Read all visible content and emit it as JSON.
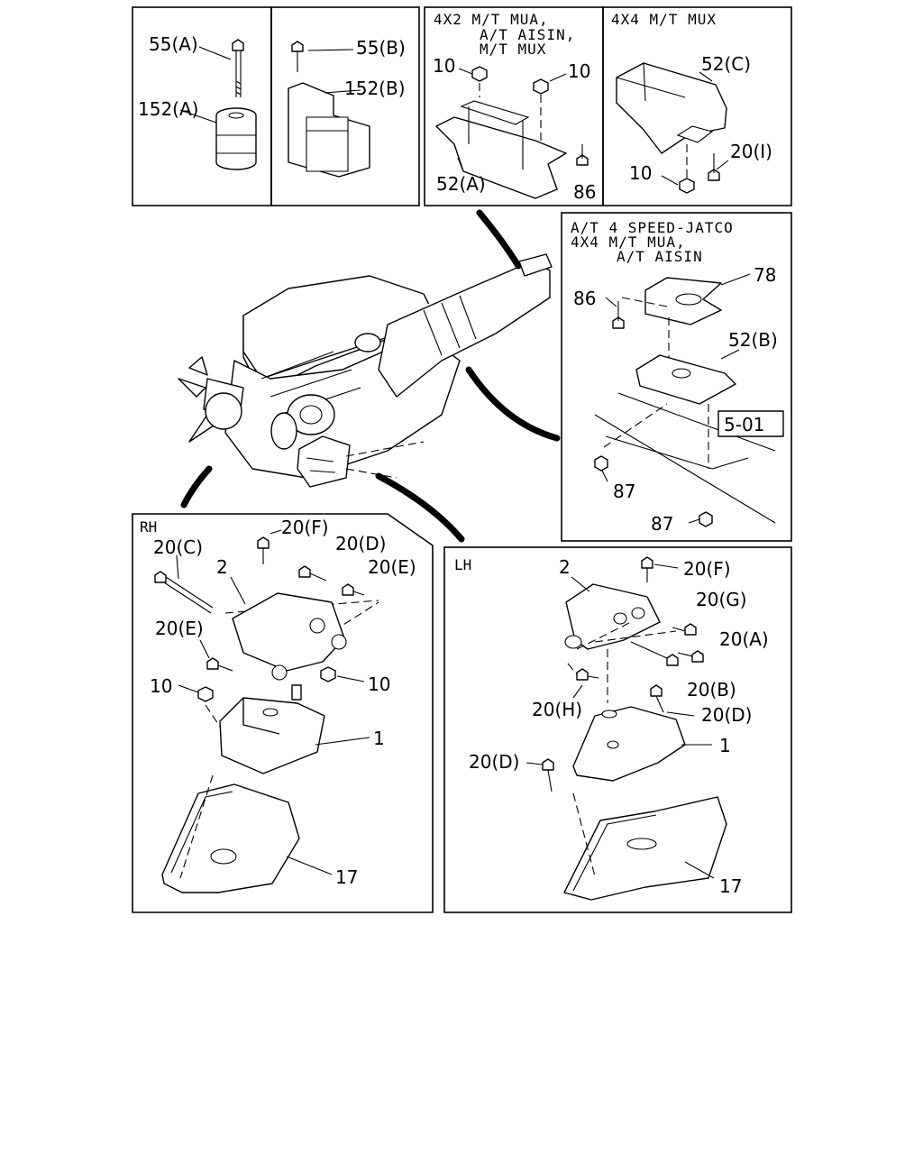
{
  "panels": {
    "p55a": {
      "labels": [
        "55(A)",
        "152(A)"
      ]
    },
    "p55b": {
      "labels": [
        "55(B)",
        "152(B)"
      ]
    },
    "p4x2": {
      "header": [
        "4X2  M/T  MUA,",
        "A/T  AISIN,",
        "M/T  MUX"
      ],
      "labels": [
        "10",
        "10",
        "52(A)",
        "86"
      ]
    },
    "p4x4": {
      "header": [
        "4X4  M/T  MUX"
      ],
      "labels": [
        "52(C)",
        "20(I)",
        "10"
      ]
    },
    "pat": {
      "header": [
        "A/T  4  SPEED-JATCO",
        "4X4  M/T  MUA,",
        "A/T  AISIN"
      ],
      "labels": [
        "86",
        "78",
        "52(B)",
        "5-01",
        "87",
        "87"
      ]
    },
    "prh": {
      "title": "RH",
      "labels": [
        "20(C)",
        "2",
        "20(F)",
        "20(D)",
        "20(E)",
        "20(E)",
        "10",
        "10",
        "1",
        "17"
      ]
    },
    "plh": {
      "title": "LH",
      "labels": [
        "2",
        "20(F)",
        "20(G)",
        "20(A)",
        "20(B)",
        "20(H)",
        "20(D)",
        "1",
        "20(D)",
        "17"
      ]
    }
  }
}
